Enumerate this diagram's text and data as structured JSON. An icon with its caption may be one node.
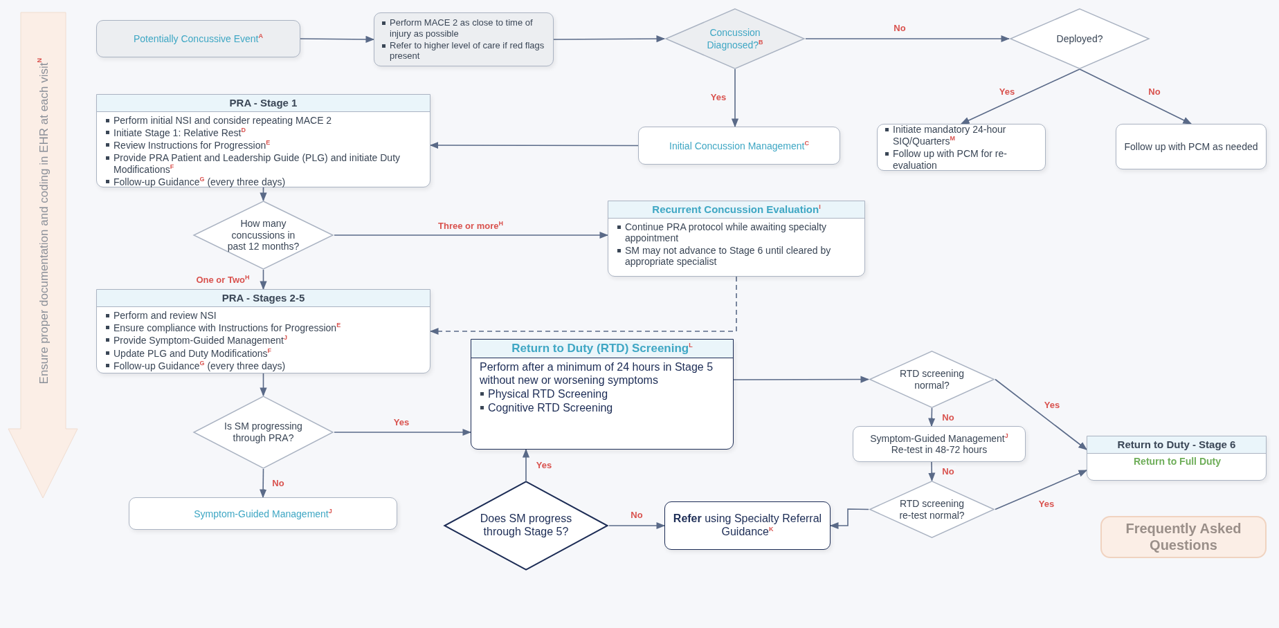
{
  "diagram": {
    "nodes": [
      {
        "text": [
          "Potentially Concussive Event$^{A}$"
        ]
      },
      {
        "text": [
          "Perform MACE 2 as close to time of injury as possible",
          "Refer to higher level of care if red flags present"
        ]
      },
      {
        "text": [
          "Concussion Diagnosed?$^{B}$"
        ]
      },
      {
        "text": [
          "Deployed?"
        ]
      },
      {
        "text": [
          "Initial Concussion Management$^{C}$"
        ]
      },
      {
        "text": [
          "Initiate mandatory 24-hour SIQ/Quarters$^{M}$",
          "Follow up with PCM for re-evaluation"
        ]
      },
      {
        "text": [
          "Follow up with PCM as needed"
        ]
      },
      {
        "text": [
          "PRA - Stage 1",
          "Perform initial NSI and consider repeating MACE 2",
          "Initiate Stage 1: Relative Rest$^{D}$",
          "Review Instructions for Progression$^{E}$",
          "Provide PRA Patient and Leadership Guide (PLG) and initiate Duty Modifications$^{F}$",
          "Follow-up Guidance$^{G}$ (every three days)"
        ]
      },
      {
        "text": [
          "How many concussions in past 12 months?"
        ]
      },
      {
        "text": [
          "Recurrent Concussion Evaluation$^{I}$",
          "Continue PRA protocol while awaiting specialty appointment",
          "SM may not advance to Stage 6 until cleared by appropriate specialist"
        ]
      },
      {
        "text": [
          "PRA - Stages 2-5",
          "Perform and review NSI",
          "Ensure compliance with Instructions for Progression$^{E}$",
          "Provide Symptom-Guided Management$^{J}$",
          "Update PLG and Duty Modifications$^{F}$",
          "Follow-up Guidance$^{G}$ (every three days)"
        ]
      },
      {
        "text": [
          "Is SM progressing through PRA?"
        ]
      },
      {
        "text": [
          "Symptom-Guided Management$^{J}$"
        ]
      },
      {
        "text": [
          "Return to Duty (RTD) Screening$^{L}$",
          "Perform after a minimum of 24 hours in Stage 5 without new or worsening symptoms",
          "Physical RTD Screening",
          "Cognitive RTD Screening"
        ]
      },
      {
        "text": [
          "Does SM progress through Stage 5?"
        ]
      },
      {
        "text": [
          "**Refer** using Specialty Referral Guidance$^{K}$"
        ]
      },
      {
        "text": [
          "RTD screening normal?"
        ]
      },
      {
        "text": [
          "Symptom-Guided Management$^{J}$",
          "Re-test in 48-72 hours"
        ]
      },
      {
        "text": [
          "RTD screening re-test normal?"
        ]
      },
      {
        "text": [
          "Return to Duty - Stage 6",
          "Return to Full Duty"
        ]
      },
      {
        "text": [
          "Frequently Asked Questions"
        ]
      }
    ],
    "edges": [
      {
        "from": 0,
        "to": 1,
        "arrow": "to"
      },
      {
        "from": 1,
        "to": 2,
        "arrow": "to"
      },
      {
        "from": 2,
        "to": 3,
        "arrow": "to",
        "label": "No"
      },
      {
        "from": 2,
        "to": 4,
        "arrow": "to",
        "label": "Yes"
      },
      {
        "from": 3,
        "to": 5,
        "arrow": "to",
        "label": "Yes"
      },
      {
        "from": 3,
        "to": 6,
        "arrow": "to",
        "label": "No"
      },
      {
        "from": 4,
        "to": 7,
        "arrow": "to"
      },
      {
        "from": 7,
        "to": 8,
        "arrow": "to"
      },
      {
        "from": 8,
        "to": 9,
        "arrow": "to",
        "label": "Three or more$^{H}$"
      },
      {
        "from": 8,
        "to": 10,
        "arrow": "to",
        "label": "One or Two$^{H}$"
      },
      {
        "from": 9,
        "to": 10,
        "arrow": "to",
        "style": "dashed"
      },
      {
        "from": 10,
        "to": 11,
        "arrow": "to"
      },
      {
        "from": 11,
        "to": 12,
        "arrow": "to",
        "label": "No"
      },
      {
        "from": 11,
        "to": 13,
        "arrow": "to",
        "label": "Yes"
      },
      {
        "from": 14,
        "to": 13,
        "arrow": "to",
        "label": "Yes"
      },
      {
        "from": 14,
        "to": 15,
        "arrow": "to",
        "label": "No"
      },
      {
        "from": 13,
        "to": 16,
        "arrow": "to"
      },
      {
        "from": 16,
        "to": 17,
        "arrow": "to",
        "label": "No"
      },
      {
        "from": 16,
        "to": 19,
        "arrow": "to",
        "label": "Yes"
      },
      {
        "from": 17,
        "to": 18,
        "arrow": "to",
        "label": "No"
      },
      {
        "from": 18,
        "to": 19,
        "arrow": "to",
        "label": "Yes"
      },
      {
        "from": 18,
        "to": 15,
        "arrow": "to"
      }
    ],
    "labels": [
      "Ensure proper documentation and coding in EHR at each visit$^{N}$"
    ]
  }
}
